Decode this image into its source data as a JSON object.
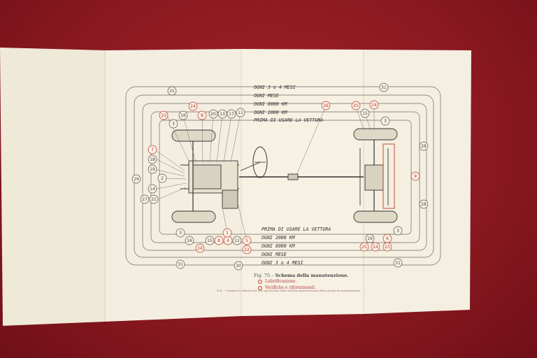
{
  "diagram": {
    "top_labels": [
      "OGNI 3 o 4 MESI",
      "OGNI MESE",
      "OGNI 8000 KM",
      "OGNI 2000 KM",
      "PRIMA DI USARE LA VETTURA"
    ],
    "bottom_labels": [
      "PRIMA DI USARE LA VETTURA",
      "OGNI 2000 KM",
      "OGNI 8000 KM",
      "OGNI MESE",
      "OGNI 3 o 4 MESI"
    ],
    "markers": {
      "m31a": "31",
      "m31b": "31",
      "m31c": "31",
      "m31d": "31",
      "m24t": "24",
      "m24b": "24",
      "m24rt": "24",
      "m24rb": "24",
      "m10": "10",
      "m16t": "16",
      "m8t": "8",
      "m20": "20",
      "m13": "13",
      "m17": "17",
      "m11": "11",
      "m3l": "3",
      "m3bl": "3",
      "m3rt": "3",
      "m3rb": "3",
      "m7": "7",
      "m18": "18",
      "m19": "19",
      "m2": "2",
      "m14": "14",
      "m29": "29",
      "m27": "27",
      "m21": "21",
      "m16b": "16",
      "m15b": "15",
      "m8b": "8",
      "m4": "4",
      "m12": "12",
      "m5": "5",
      "m1": "1",
      "m22": "22",
      "m26": "26",
      "m25t": "25",
      "m15t": "15",
      "m28t": "28",
      "m28b": "28",
      "m9": "9",
      "m30": "30",
      "m19r": "19",
      "m6": "6",
      "m25b": "25",
      "m23": "23"
    }
  },
  "caption": {
    "fig": "Fig. 75",
    "title": "Schema della manutenzione.",
    "legend": [
      "Lubrificazione.",
      "Verifiche e rifornimenti."
    ],
    "footnote": "N.B. - I numeri si riferiscono alle operazioni della tabella manutenzione della norme di manutenzione"
  },
  "colors": {
    "background": "#8e1a22",
    "paper": "#f6f1e3",
    "ink": "#3a3a3a",
    "red_ink": "#c0392b"
  }
}
